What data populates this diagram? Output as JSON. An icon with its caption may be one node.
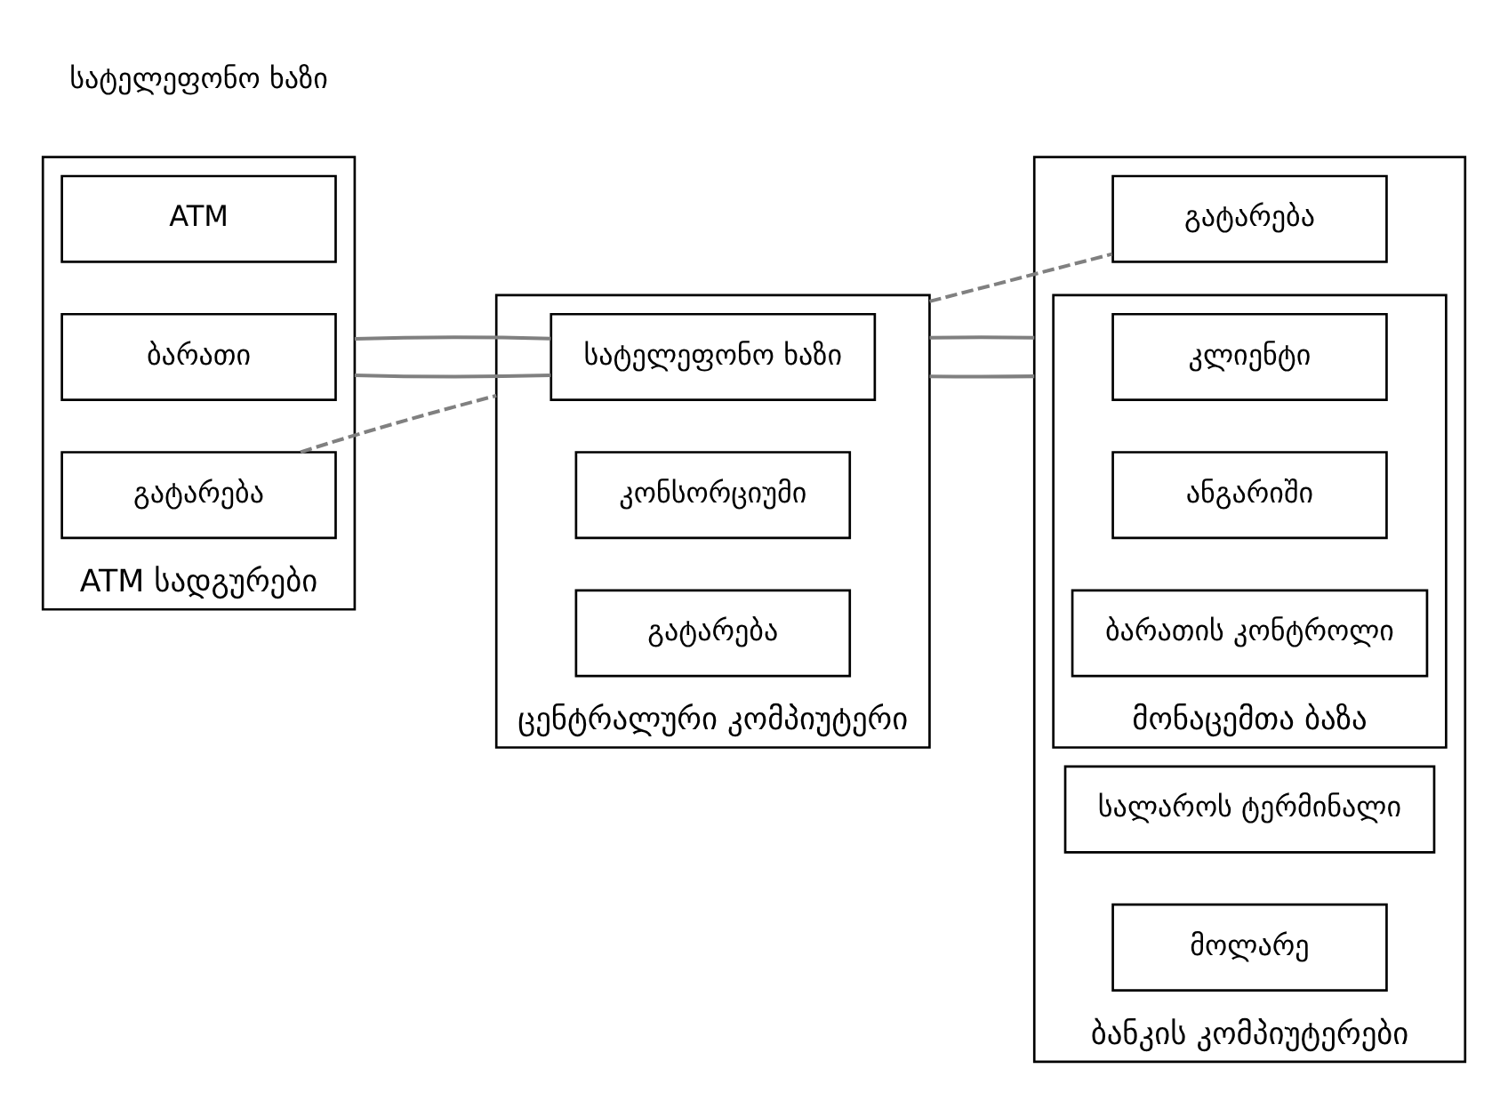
{
  "diagram": {
    "nodes": [
      {
        "text": [
          "ATM სადგურები"
        ]
      },
      {
        "text": [
          "ATM"
        ],
        "in": 0
      },
      {
        "text": [
          "ბარათი"
        ],
        "in": 0
      },
      {
        "text": [
          "გატარება"
        ],
        "in": 0
      },
      {
        "text": [
          "ცენტრალური კომპიუტერი"
        ]
      },
      {
        "text": [
          "კონსორციუმი"
        ],
        "in": 4
      },
      {
        "text": [
          "სატელეფონო ხაზი"
        ],
        "in": 4
      },
      {
        "text": [
          "გატარება"
        ],
        "in": 4
      },
      {
        "text": [
          "ბანკის კომპიუტერები"
        ]
      },
      {
        "text": [
          "მოლარე"
        ],
        "in": 8
      },
      {
        "text": [
          "სალაროს ტერმინალი"
        ],
        "in": 8
      },
      {
        "text": [
          "მონაცემთა ბაზა"
        ],
        "in": 8
      },
      {
        "text": [
          "ანგარიში"
        ],
        "in": 11
      },
      {
        "text": [
          "კლიენტი"
        ],
        "in": 11
      },
      {
        "text": [
          "ბარათის კონტროლი"
        ],
        "in": 11
      },
      {
        "text": [
          "გატარება"
        ],
        "in": 8
      }
    ],
    "edges": [
      {
        "from": 0,
        "to": 6,
        "arrow": "none"
      },
      {
        "from": 0,
        "to": 6,
        "arrow": "none"
      },
      {
        "from": 4,
        "to": 8,
        "arrow": "none"
      },
      {
        "from": 4,
        "to": 8,
        "arrow": "none"
      },
      {
        "from": 3,
        "to": 4,
        "arrow": "none",
        "style": "dashed"
      },
      {
        "from": 4,
        "to": 15,
        "arrow": "none",
        "style": "dashed"
      }
    ],
    "labels": [
      "სატელეფონო ხაზი"
    ]
  }
}
